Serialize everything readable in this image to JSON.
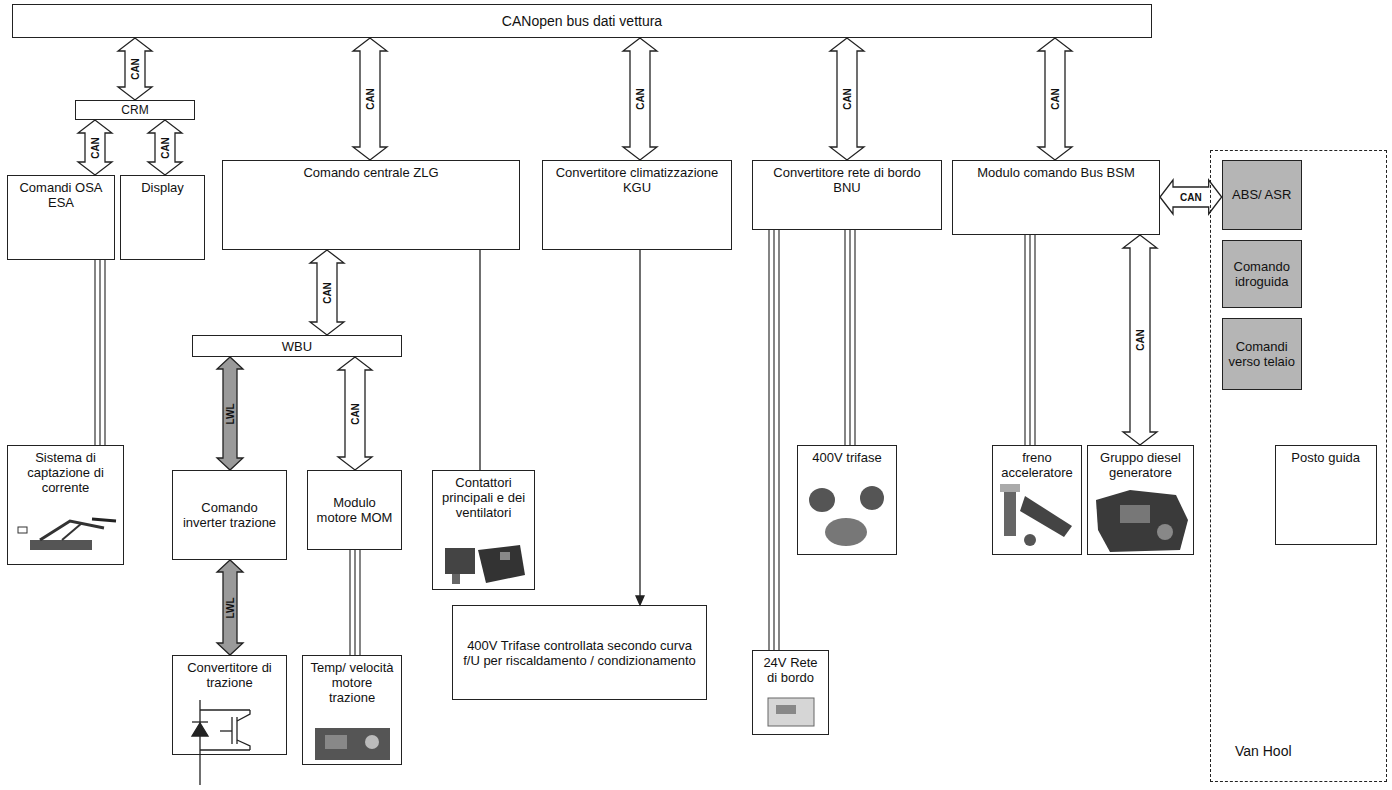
{
  "diagram": {
    "nodes": [
      {
        "text": [
          "CANopen bus dati vettura"
        ]
      },
      {
        "text": [
          "CRM"
        ]
      },
      {
        "text": [
          "Comandi OSA ESA"
        ]
      },
      {
        "text": [
          "Display"
        ]
      },
      {
        "text": [
          "Comando centrale ZLG"
        ]
      },
      {
        "text": [
          "Convertitore climatizzazione KGU"
        ]
      },
      {
        "text": [
          "Convertitore rete di bordo BNU"
        ]
      },
      {
        "text": [
          "Modulo comando Bus BSM"
        ]
      },
      {
        "text": [
          "Van Hool"
        ]
      },
      {
        "text": [
          "ABS/ ASR"
        ],
        "in": 8
      },
      {
        "text": [
          "Comando idroguida"
        ],
        "in": 8
      },
      {
        "text": [
          "Comandi verso telaio"
        ],
        "in": 8
      },
      {
        "text": [
          "Posto guida"
        ],
        "in": 8
      },
      {
        "text": [
          "WBU"
        ]
      },
      {
        "text": [
          "Sistema di captazione di corrente"
        ]
      },
      {
        "text": [
          "Comando inverter trazione"
        ]
      },
      {
        "text": [
          "Modulo motore MOM"
        ]
      },
      {
        "text": [
          "Contattori principali e dei ventilatori"
        ]
      },
      {
        "text": [
          "400V trifase"
        ]
      },
      {
        "text": [
          "freno acceleratore"
        ]
      },
      {
        "text": [
          "Gruppo diesel generatore"
        ]
      },
      {
        "text": [
          "Convertitore di trazione"
        ]
      },
      {
        "text": [
          "Temp/ velocità motore trazione"
        ]
      },
      {
        "text": [
          "400V Trifase controllata secondo curva f/U per riscaldamento / condizionamento"
        ]
      },
      {
        "text": [
          "24V Rete di bordo"
        ]
      }
    ],
    "edges": [
      {
        "from": 0,
        "to": 1,
        "label": "CAN",
        "arrow": "both"
      },
      {
        "from": 1,
        "to": 2,
        "label": "CAN",
        "arrow": "both"
      },
      {
        "from": 1,
        "to": 3,
        "label": "CAN",
        "arrow": "both"
      },
      {
        "from": 0,
        "to": 4,
        "label": "CAN",
        "arrow": "both"
      },
      {
        "from": 0,
        "to": 5,
        "label": "CAN",
        "arrow": "both"
      },
      {
        "from": 0,
        "to": 6,
        "label": "CAN",
        "arrow": "both"
      },
      {
        "from": 0,
        "to": 7,
        "label": "CAN",
        "arrow": "both"
      },
      {
        "from": 7,
        "to": 9,
        "label": "CAN",
        "arrow": "both"
      },
      {
        "from": 4,
        "to": 13,
        "label": "CAN",
        "arrow": "both"
      },
      {
        "from": 13,
        "to": 16,
        "label": "CAN",
        "arrow": "both"
      },
      {
        "from": 13,
        "to": 15,
        "label": "LWL",
        "arrow": "both"
      },
      {
        "from": 15,
        "to": 21,
        "label": "LWL",
        "arrow": "both"
      },
      {
        "from": 2,
        "to": 14,
        "arrow": "none"
      },
      {
        "from": 4,
        "to": 17,
        "arrow": "none"
      },
      {
        "from": 5,
        "to": 23,
        "arrow": "to"
      },
      {
        "from": 6,
        "to": 18,
        "arrow": "none"
      },
      {
        "from": 6,
        "to": 24,
        "arrow": "none"
      },
      {
        "from": 7,
        "to": 19,
        "arrow": "none"
      },
      {
        "from": 7,
        "to": 20,
        "label": "CAN",
        "arrow": "both"
      },
      {
        "from": 16,
        "to": 22,
        "arrow": "none"
      }
    ]
  }
}
